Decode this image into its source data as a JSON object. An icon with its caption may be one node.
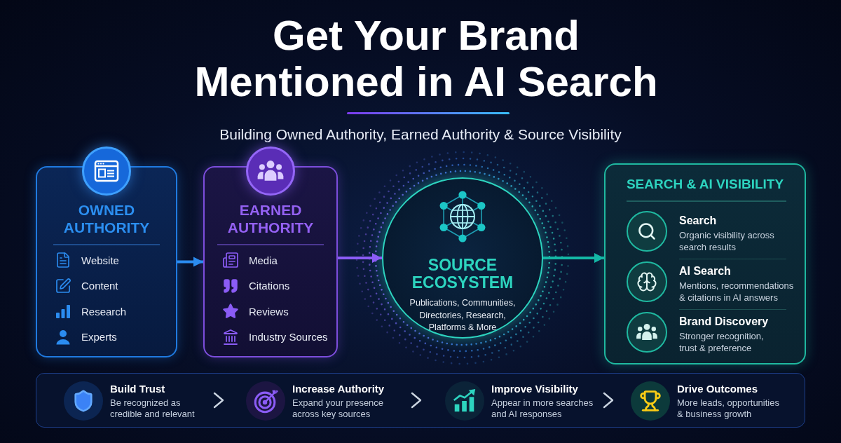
{
  "diagram": {
    "title": "Get Your Brand Mentioned in AI Search",
    "nodes": [
      {
        "text": [
          "OWNED AUTHORITY",
          "Website",
          "Content",
          "Research",
          "Experts"
        ]
      },
      {
        "text": [
          "EARNED AUTHORITY",
          "Media",
          "Citations",
          "Reviews",
          "Industry Sources"
        ]
      },
      {
        "text": [
          "SOURCE ECOSYSTEM",
          "Publications, Communities, Directories, Research, Platforms & More"
        ]
      },
      {
        "text": [
          "SEARCH & AI VISIBILITY",
          "Search",
          "Organic visibility across search results",
          "AI Search",
          "Mentions, recommendations & citations in AI answers",
          "Brand Discovery",
          "Stronger recognition, trust & preference"
        ]
      },
      {
        "text": [],
        "shape": "box"
      },
      {
        "text": [
          "Build Trust",
          "Be recognized as credible and relevant"
        ],
        "in": 4
      },
      {
        "text": [
          "Increase Authority",
          "Expand your presence across key sources"
        ],
        "in": 4
      },
      {
        "text": [
          "Improve Visibility",
          "Appear in more searches and AI responses"
        ],
        "in": 4
      },
      {
        "text": [
          "Drive Outcomes",
          "More leads, opportunities & business growth"
        ],
        "in": 4
      }
    ],
    "edges": [
      {
        "from": 0,
        "to": 1,
        "arrow": "to",
        "color": "#2b8cf0"
      },
      {
        "from": 1,
        "to": 2,
        "arrow": "to",
        "color": "#8b5cf6"
      },
      {
        "from": 2,
        "to": 3,
        "arrow": "to",
        "color": "#14b8a6"
      },
      {
        "from": 5,
        "to": 6,
        "arrow": "to"
      },
      {
        "from": 6,
        "to": 7,
        "arrow": "to"
      },
      {
        "from": 7,
        "to": 8,
        "arrow": "to"
      }
    ],
    "labels": [
      "Building Owned Authority, Earned Authority & Source Visibility"
    ]
  }
}
